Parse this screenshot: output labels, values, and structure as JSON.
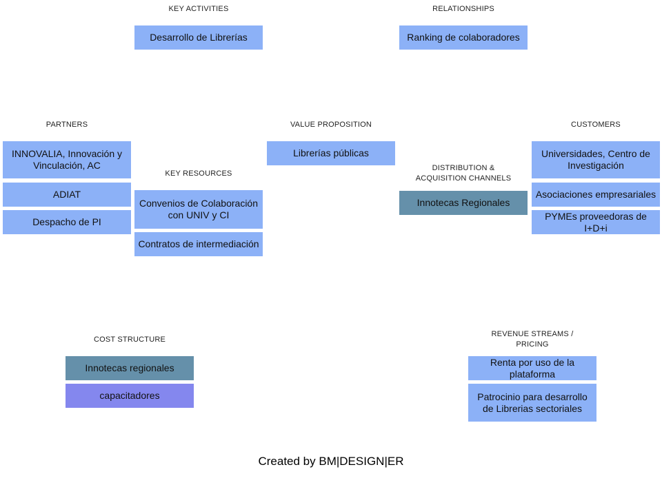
{
  "headers": {
    "key_activities": "KEY ACTIVITIES",
    "relationships": "RELATIONSHIPS",
    "partners": "PARTNERS",
    "value_proposition": "VALUE PROPOSITION",
    "customers": "CUSTOMERS",
    "key_resources": "KEY RESOURCES",
    "distribution": "DISTRIBUTION  &\nACQUISITION  CHANNELS",
    "cost_structure": "COST  STRUCTURE",
    "revenue": "REVENUE STREAMS  /\nPRICING"
  },
  "key_activities": [
    "Desarrollo de Librerías"
  ],
  "relationships": [
    "Ranking de colaboradores"
  ],
  "partners": [
    "INNOVALIA, Innovación y Vinculación, AC",
    "ADIAT",
    "Despacho de PI"
  ],
  "value_proposition": [
    "Librerías públicas"
  ],
  "key_resources": [
    "Convenios de Colaboración con UNIV y CI",
    "Contratos de intermediación"
  ],
  "distribution": [
    "Innotecas Regionales"
  ],
  "customers": [
    "Universidades, Centro de Investigación",
    "Asociaciones empresariales",
    "PYMEs proveedoras de I+D+i"
  ],
  "cost_structure": [
    "Innotecas regionales",
    "capacitadores"
  ],
  "revenue": [
    "Renta por uso de la plataforma",
    "Patrocinio para desarrollo de Librerias sectoriales"
  ],
  "colors": {
    "blue": "#8cb1f7",
    "teal": "#6590aa",
    "violet": "#8487ee"
  },
  "credit": "Created by BM|DESIGN|ER"
}
